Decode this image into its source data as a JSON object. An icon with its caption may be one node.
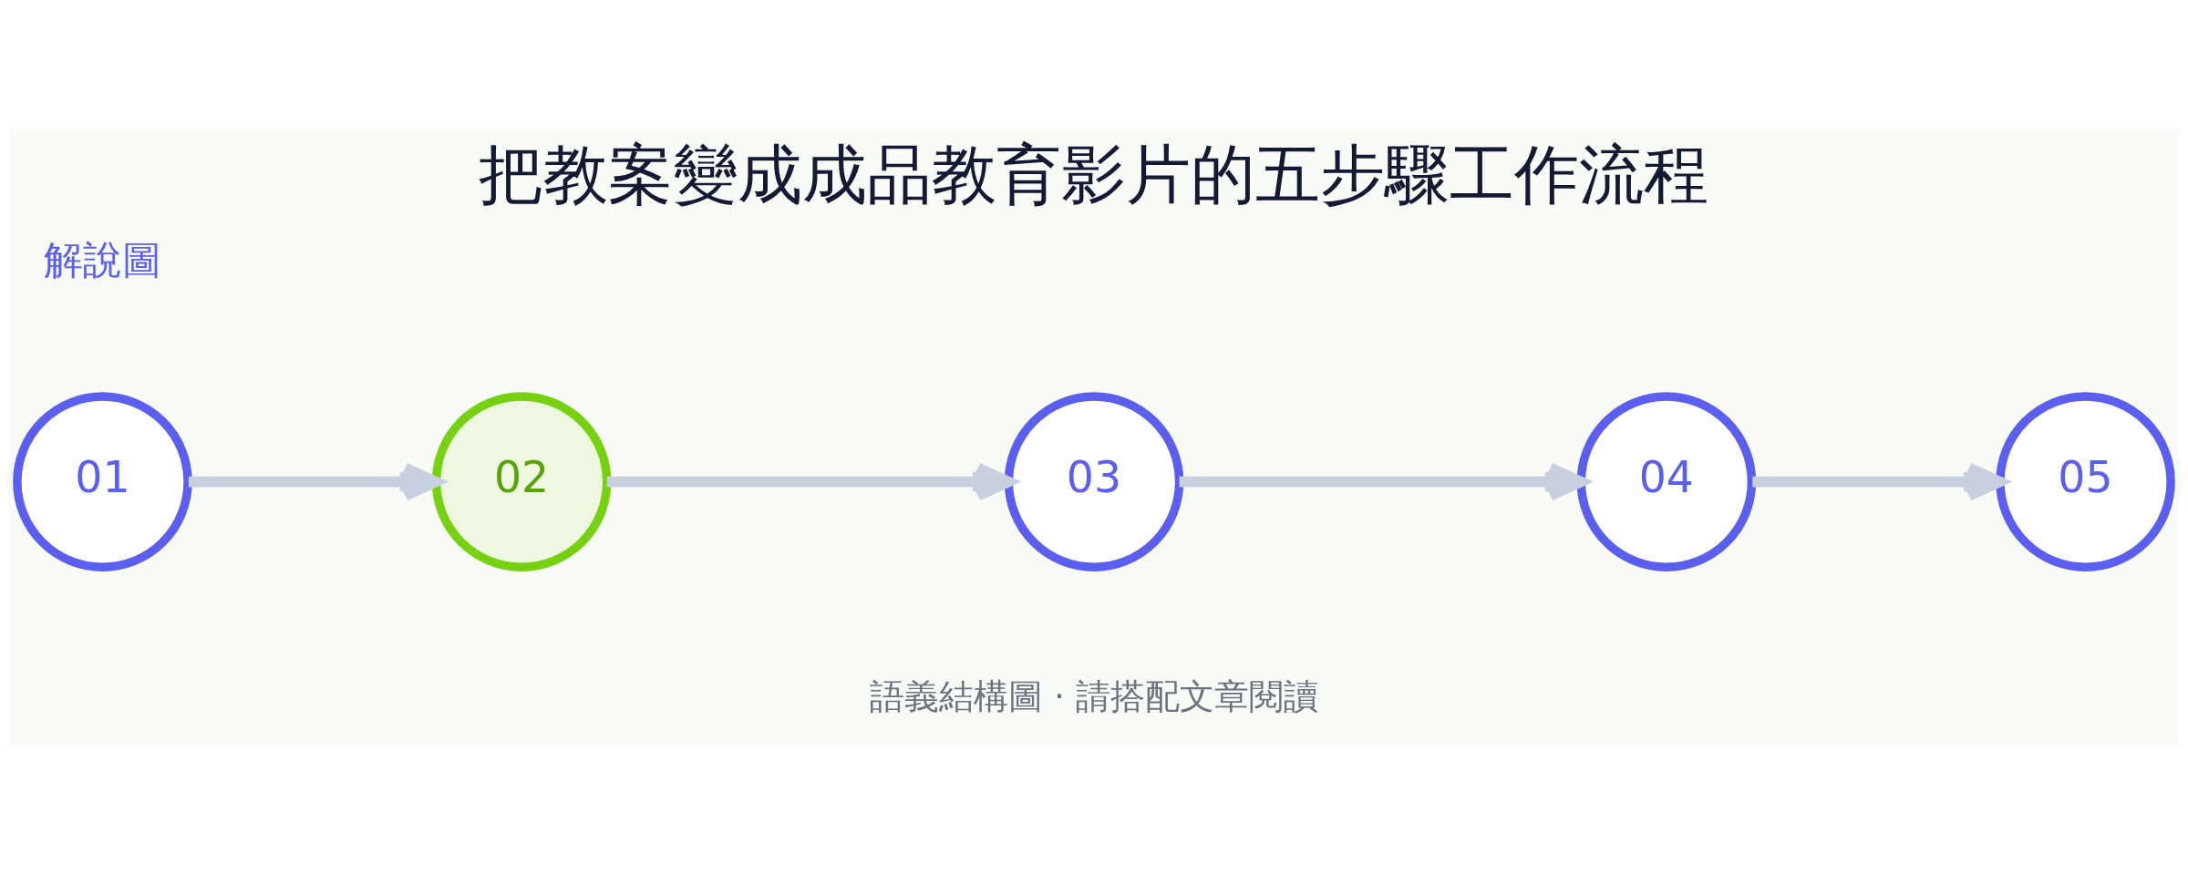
{
  "diagram": {
    "title": "把教案變成成品教育影片的五步驟工作流程",
    "caption": "語義結構圖 · 請搭配文章閱讀",
    "nodes": [
      {
        "text": [
          "01"
        ]
      },
      {
        "text": [
          "02"
        ]
      },
      {
        "text": [
          "03"
        ]
      },
      {
        "text": [
          "04"
        ]
      },
      {
        "text": [
          "05"
        ]
      }
    ],
    "edges": [
      {
        "from": 0,
        "to": 1,
        "arrow": "to"
      },
      {
        "from": 1,
        "to": 2,
        "arrow": "to"
      },
      {
        "from": 2,
        "to": 3,
        "arrow": "to"
      },
      {
        "from": 3,
        "to": 4,
        "arrow": "to"
      }
    ],
    "labels": [
      "解說圖"
    ]
  }
}
